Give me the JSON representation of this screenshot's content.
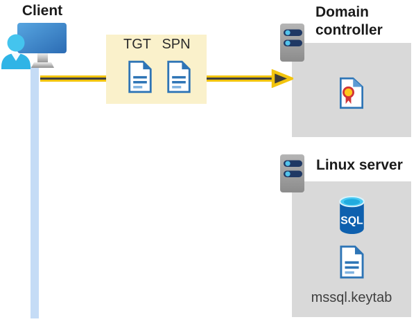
{
  "client": {
    "label": "Client"
  },
  "ticket_box": {
    "tgt_label": "TGT",
    "spn_label": "SPN"
  },
  "domain_controller": {
    "label": "Domain controller"
  },
  "linux_server": {
    "label": "Linux server",
    "sql_badge": "SQL",
    "keytab_label": "mssql.keytab"
  },
  "colors": {
    "arrow_yellow": "#f2c40e",
    "arrow_core_dark": "#3f3f3f",
    "ticket_box_bg": "#faf1cb",
    "server_box_bg": "#d9d9d9",
    "document_blue": "#2e75b6",
    "document_line_light": "#7fb2e0",
    "person_cyan": "#2fb4e6",
    "client_drop_bar_blue": "#c5dcf6",
    "sql_cylinder_blue": "#0e60ae",
    "sql_top_cyan": "#49c9f3",
    "certificate_red": "#d13438",
    "certificate_gold": "#ffc81e",
    "server_led_bar_navy": "#1f3864",
    "title_text": "#1b1b1b"
  }
}
